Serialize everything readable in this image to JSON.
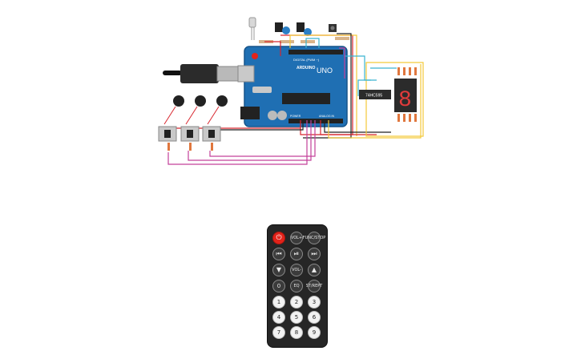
{
  "board": {
    "brand": "ARDUINO",
    "model": "UNO",
    "header_digital": "DIGITAL (PWM ~)",
    "header_power": "POWER",
    "header_analog": "ANALOG IN"
  },
  "chips": {
    "shift_register": "74HC595",
    "display_digit": "8"
  },
  "remote": {
    "row1": [
      {
        "icon": "power-icon",
        "glyph": "⏻"
      },
      {
        "label": "VOL+"
      },
      {
        "label": "FUNC/STOP"
      }
    ],
    "row2": [
      {
        "icon": "previous-icon",
        "glyph": "⏮"
      },
      {
        "icon": "play-pause-icon",
        "glyph": "⏯"
      },
      {
        "icon": "next-icon",
        "glyph": "⏭"
      }
    ],
    "row3": [
      {
        "icon": "down-icon",
        "glyph": "▼"
      },
      {
        "label": "VOL-"
      },
      {
        "icon": "up-icon",
        "glyph": "▲"
      }
    ],
    "row4": [
      {
        "label": "0"
      },
      {
        "label": "EQ"
      },
      {
        "label": "ST/REPT"
      }
    ],
    "numbers": [
      "1",
      "2",
      "3",
      "4",
      "5",
      "6",
      "7",
      "8",
      "9"
    ]
  },
  "colors": {
    "board": "#1f6fb3",
    "wire_red": "#d8262e",
    "wire_magenta": "#c3409a",
    "wire_yellow": "#f3c93a",
    "wire_cyan": "#3ab5d0",
    "wire_black": "#222222",
    "remote_power": "#e2231a"
  }
}
